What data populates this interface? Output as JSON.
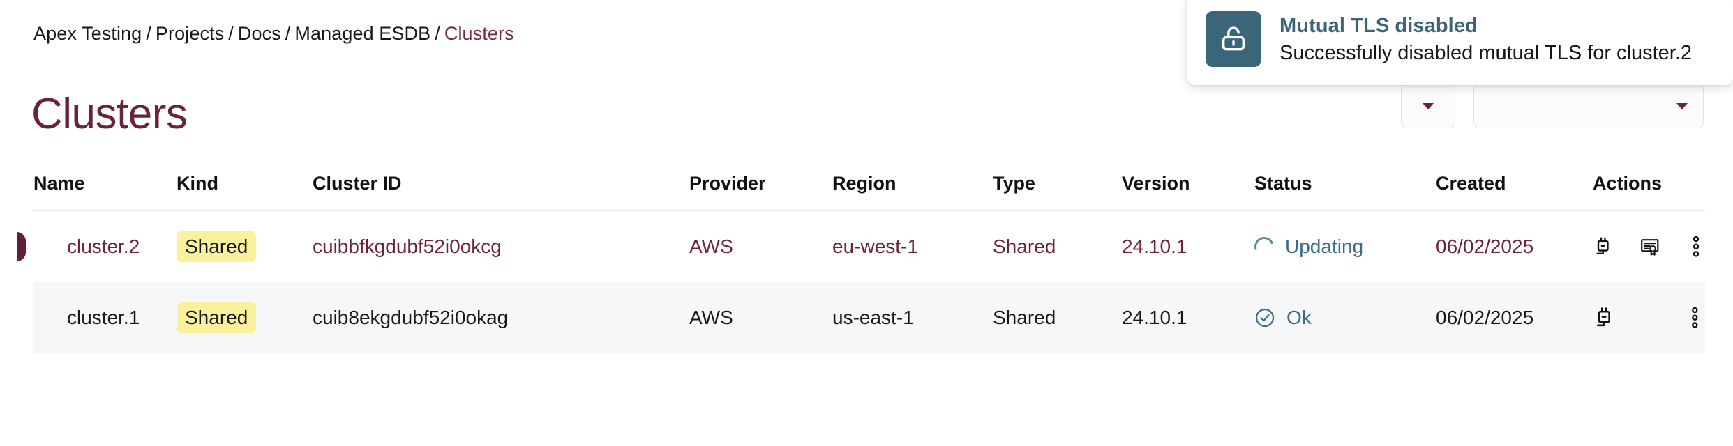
{
  "breadcrumb": {
    "separator": "/",
    "items": [
      {
        "label": "Apex Testing",
        "current": false
      },
      {
        "label": "Projects",
        "current": false
      },
      {
        "label": "Docs",
        "current": false
      },
      {
        "label": "Managed ESDB",
        "current": false
      },
      {
        "label": "Clusters",
        "current": true
      }
    ]
  },
  "page": {
    "title": "Clusters"
  },
  "toolbar": {
    "refresh_button_label": "",
    "filter_button_label": ""
  },
  "table": {
    "columns": [
      "Name",
      "Kind",
      "Cluster ID",
      "Provider",
      "Region",
      "Type",
      "Version",
      "Status",
      "Created",
      "Actions"
    ],
    "rows": [
      {
        "name": "cluster.2",
        "kind": "Shared",
        "cluster_id": "cuibbfkgdubf52i0okcg",
        "provider": "AWS",
        "region": "eu-west-1",
        "type": "Shared",
        "version": "24.10.1",
        "status": "Updating",
        "status_kind": "spinner",
        "created": "06/02/2025",
        "selected": true,
        "actions": [
          "plug-icon",
          "certificate-icon",
          "more-vertical-icon"
        ]
      },
      {
        "name": "cluster.1",
        "kind": "Shared",
        "cluster_id": "cuib8ekgdubf52i0okag",
        "provider": "AWS",
        "region": "us-east-1",
        "type": "Shared",
        "version": "24.10.1",
        "status": "Ok",
        "status_kind": "check",
        "created": "06/02/2025",
        "selected": false,
        "actions": [
          "plug-icon",
          "more-vertical-icon"
        ]
      }
    ]
  },
  "toast": {
    "icon": "unlock-icon",
    "title": "Mutual TLS disabled",
    "message": "Successfully disabled mutual TLS for cluster.2"
  },
  "colors": {
    "brand_maroon": "#6b2339",
    "row_marker": "#5e203a",
    "badge_yellow": "#faf19c",
    "status_teal": "#3a6c86",
    "toast_icon_bg": "#3b6579",
    "toast_title": "#3c6479",
    "row_alt_bg": "#f6f7f9",
    "header_rule": "#e3e8ec"
  }
}
